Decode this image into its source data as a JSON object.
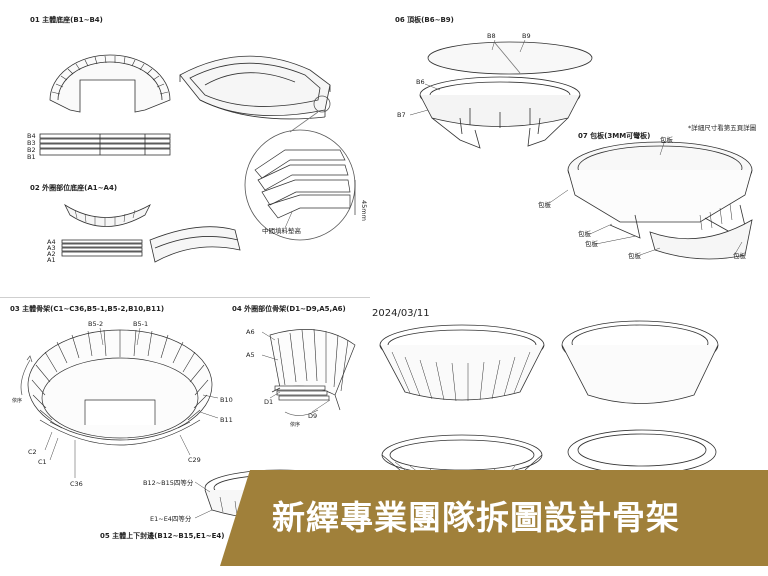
{
  "sections": {
    "s01": "01 主體底座(B1~B4)",
    "s02": "02 外圈部位底座(A1~A4)",
    "s03": "03 主體骨架(C1~C36,B5-1,B5-2,B10,B11)",
    "s04": "04 外圈部位骨架(D1~D9,A5,A6)",
    "s05": "05 主體上下封邊(B12~B15,E1~E4)",
    "s06": "06 頂板(B6~B9)",
    "s07": "07 包板(3MM可彎板)"
  },
  "labels": {
    "b4": "B4",
    "b3": "B3",
    "b2": "B2",
    "b1": "B1",
    "a4": "A4",
    "a3": "A3",
    "a2": "A2",
    "a1": "A1",
    "b8": "B8",
    "b9": "B9",
    "b6": "B6",
    "b7": "B7",
    "note07": "*詳細尺寸看第五頁詳圖",
    "pkg1": "包板",
    "pkg2": "包板",
    "pkg3": "包板",
    "pkg4": "包板",
    "pkg5": "包板",
    "pkg6": "包板",
    "center_filler": "中間填料墊高",
    "dim45": "45mm",
    "b5_2": "B5-2",
    "b5_1": "B5-1",
    "b10": "B10",
    "b11": "B11",
    "c2": "C2",
    "c1": "C1",
    "c36": "C36",
    "c29": "C29",
    "a6": "A6",
    "a5": "A5",
    "d1": "D1",
    "d9": "D9",
    "order1": "依序",
    "order2": "依序",
    "b12_b15": "B12~B15四等分",
    "e1_e4": "E1~E4四等分",
    "date": "2024/03/11"
  },
  "banner": {
    "title": "新繹專業團隊拆圖設計骨架",
    "color": "#a0803a"
  }
}
